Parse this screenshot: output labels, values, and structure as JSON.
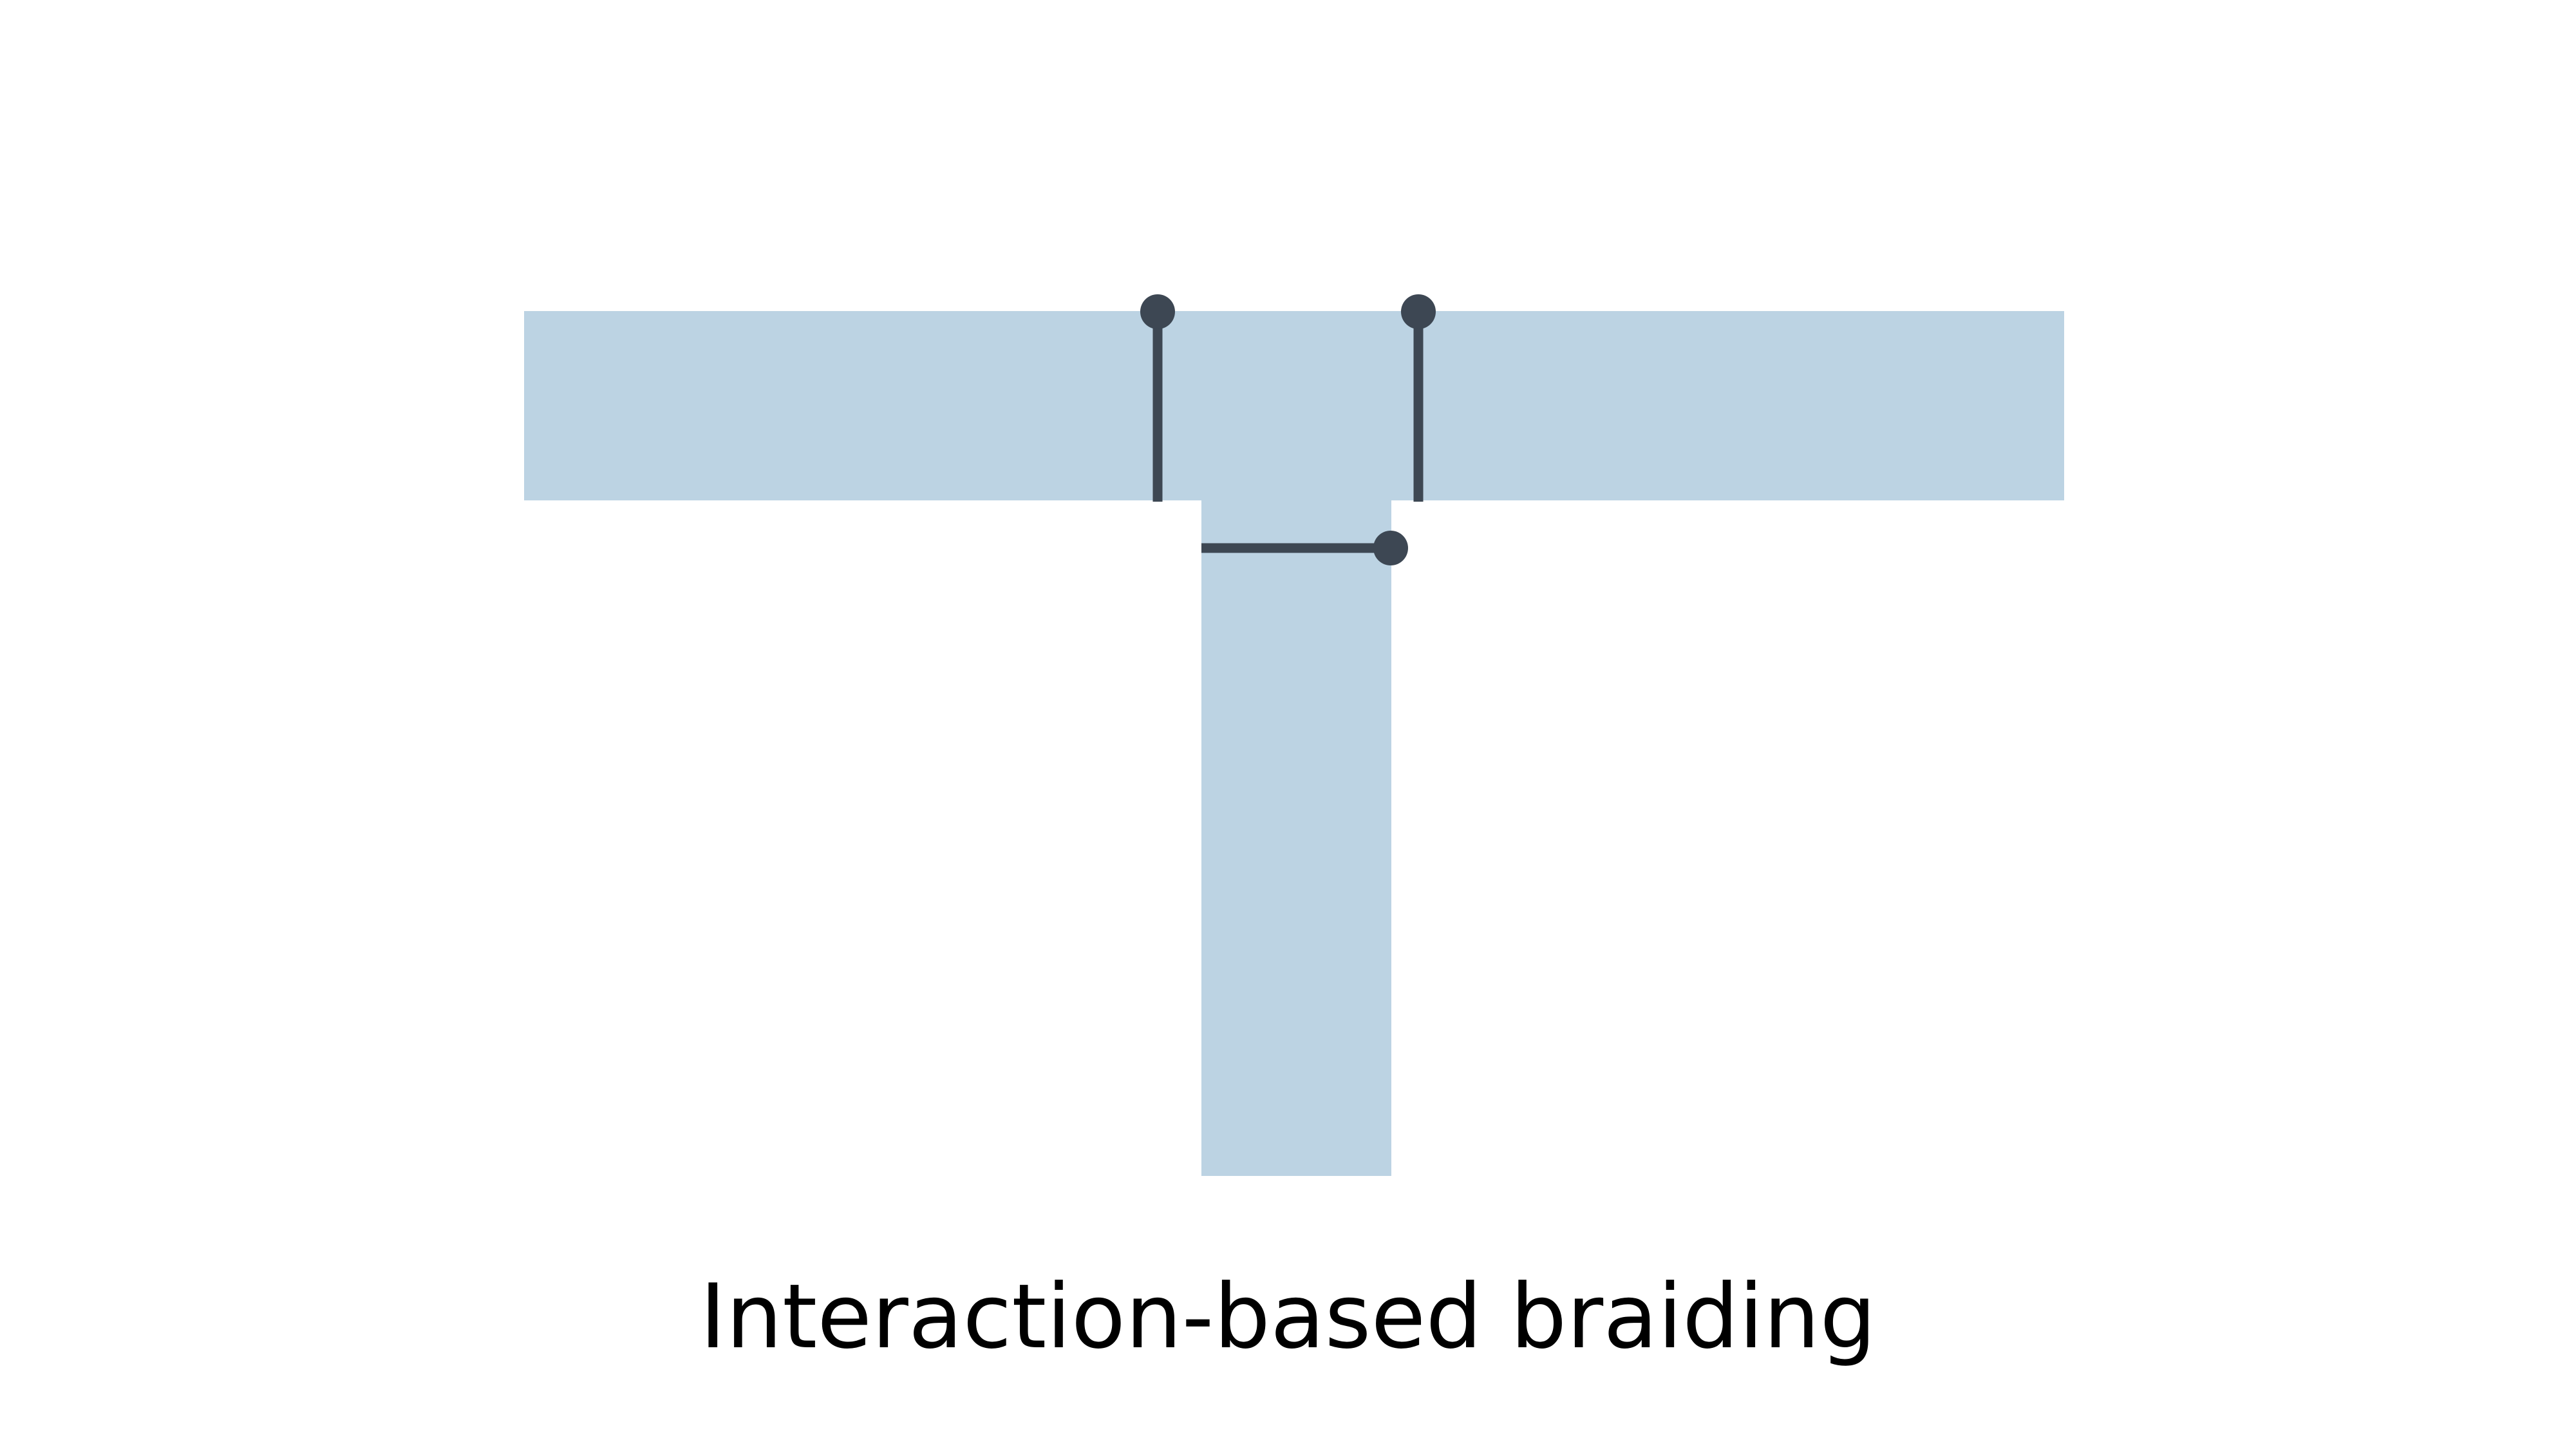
{
  "caption": "Interaction-based braiding",
  "colors": {
    "background": "#ffffff",
    "region_fill": "#bcd3e3",
    "wire": "#3d4753",
    "text": "#000000"
  },
  "components": {
    "regions": [
      "horizontal-bar",
      "vertical-stem"
    ],
    "wires": [
      "left-vertical-wire",
      "right-vertical-wire",
      "horizontal-wire"
    ],
    "endpoints": [
      "left-wire-endpoint",
      "right-wire-endpoint",
      "horizontal-wire-endpoint"
    ]
  }
}
